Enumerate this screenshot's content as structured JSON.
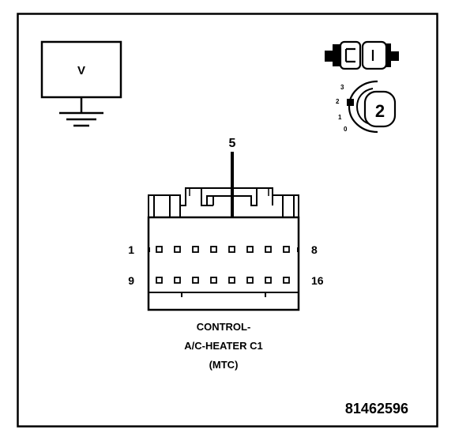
{
  "meter": {
    "label": "V"
  },
  "probe": {
    "pin_number": "5"
  },
  "connector": {
    "row1_start": "1",
    "row1_end": "8",
    "row2_start": "9",
    "row2_end": "16",
    "name_line1": "CONTROL-",
    "name_line2": "A/C-HEATER C1",
    "name_line3": "(MTC)"
  },
  "selector": {
    "value": "2",
    "scale": [
      "3",
      "2",
      "1",
      "0"
    ]
  },
  "figure_id": "81462596",
  "colors": {
    "ink": "#000000",
    "background": "#ffffff"
  }
}
